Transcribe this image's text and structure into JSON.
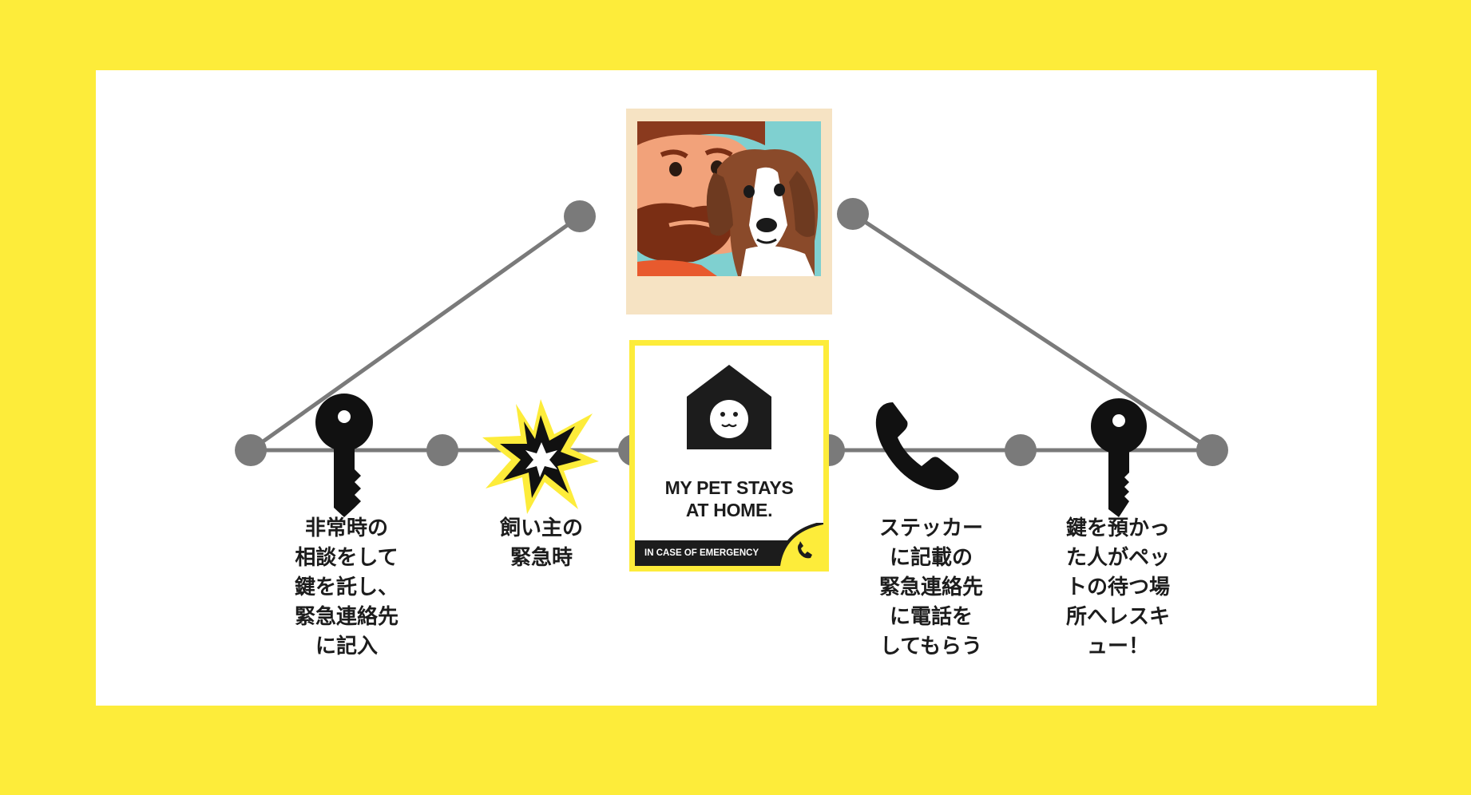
{
  "colors": {
    "background": "#fdec3a",
    "panel": "#ffffff",
    "connector": "#7a7a7a",
    "ink": "#1c1c1c"
  },
  "photo": {
    "depicts": "illustration of a man with a beard and a beagle dog",
    "frame_color": "#f6e3c3"
  },
  "sticker": {
    "icon": "house-with-pet-face-icon",
    "title": "MY PET STAYS\nAT HOME.",
    "bar_text": "IN CASE OF EMERGENCY",
    "corner_icon": "phone-icon"
  },
  "steps": [
    {
      "icon": "key-icon",
      "label": "非常時の\n相談をして\n鍵を託し、\n緊急連絡先\nに記入"
    },
    {
      "icon": "emergency-burst-icon",
      "label": "飼い主の\n緊急時"
    },
    {
      "icon": "phone-icon",
      "label": "ステッカー\nに記載の\n緊急連絡先\nに電話を\nしてもらう"
    },
    {
      "icon": "key-icon",
      "label": "鍵を預かっ\nた人がペッ\nトの待つ場\n所へレスキ\nュー！"
    }
  ]
}
